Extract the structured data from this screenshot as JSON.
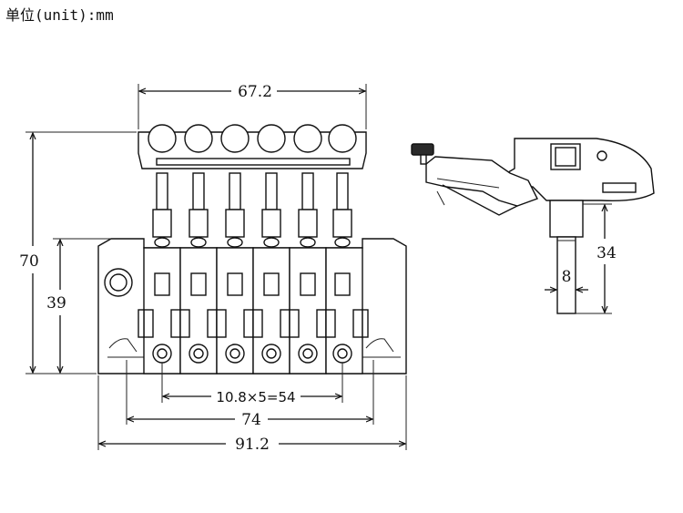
{
  "unit_label": "单位(unit):mm",
  "dimensions": {
    "top_width": "67.2",
    "height_total": "70",
    "height_base": "39",
    "string_spacing": "10.8×5=54",
    "mount_spacing": "74",
    "base_width": "91.2",
    "post_height": "34",
    "post_diameter": "8"
  },
  "colors": {
    "line": "#111111",
    "background": "#ffffff"
  }
}
